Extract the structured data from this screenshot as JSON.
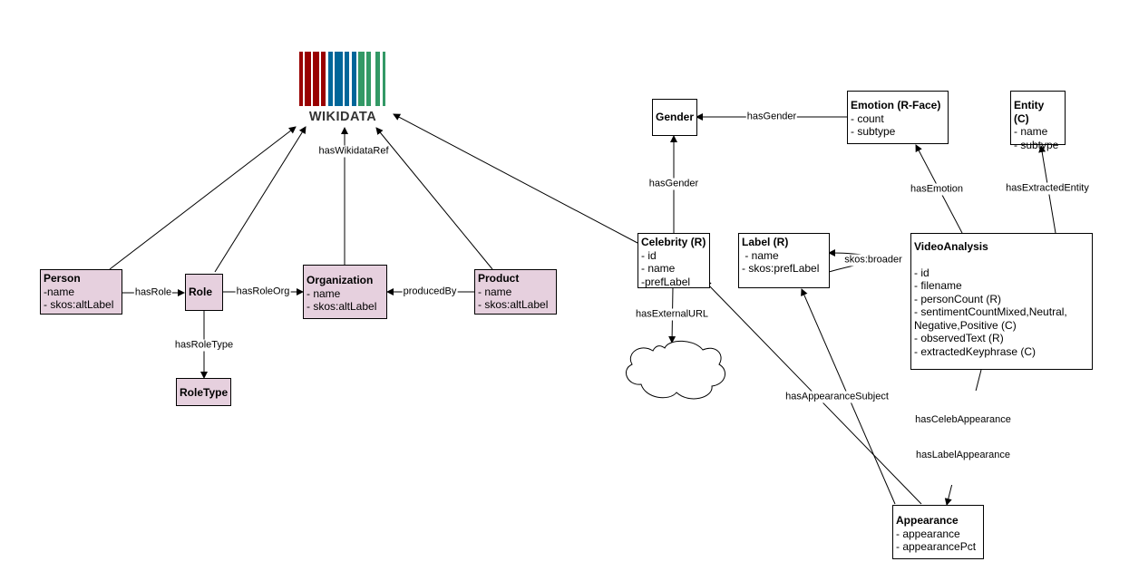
{
  "logo": {
    "text": "WIKIDATA",
    "colors": [
      "#990000",
      "#990000",
      "#990000",
      "#339966",
      "#006699",
      "#339966",
      "#339966",
      "#339966"
    ]
  },
  "nodes": {
    "person": {
      "title": "Person",
      "attrs": [
        "-name",
        "- skos:altLabel"
      ]
    },
    "role": {
      "title": "Role",
      "attrs": []
    },
    "organization": {
      "title": "Organization",
      "attrs": [
        "- name",
        "- skos:altLabel"
      ]
    },
    "product": {
      "title": "Product",
      "attrs": [
        "- name",
        "- skos:altLabel"
      ]
    },
    "roletype": {
      "title": "RoleType",
      "attrs": []
    },
    "gender": {
      "title": "Gender",
      "attrs": []
    },
    "emotion": {
      "title": "Emotion (R-Face)",
      "attrs": [
        "- count",
        "- subtype"
      ]
    },
    "entity": {
      "title": "Entity (C)",
      "attrs": [
        "- name",
        "- subtype"
      ]
    },
    "celebrity": {
      "title": "Celebrity (R)",
      "attrs": [
        "- id",
        "- name",
        "-prefLabel"
      ]
    },
    "label": {
      "title": "Label (R)",
      "attrs": [
        " - name",
        "- skos:prefLabel"
      ]
    },
    "videoanalysis": {
      "title": "VideoAnalysis",
      "attrs": [
        "- id",
        "- filename",
        "- personCount (R)",
        "- sentimentCountMixed,Neutral,",
        "Negative,Positive (C)",
        "- observedText (R)",
        "- extractedKeyphrase (C)"
      ]
    },
    "appearance": {
      "title": "Appearance",
      "attrs": [
        "- appearance",
        "- appearancePct"
      ]
    }
  },
  "edges": {
    "hasRole": "hasRole",
    "hasRoleOrg": "hasRoleOrg",
    "producedBy": "producedBy",
    "hasRoleType": "hasRoleType",
    "hasWikidataRef": "hasWikidataRef",
    "hasGender_emotion": "hasGender",
    "hasGender_celebrity": "hasGender",
    "hasEmotion": "hasEmotion",
    "hasExtractedEntity": "hasExtractedEntity",
    "skosBroader": "skos:broader",
    "hasExternalURL": "hasExternalURL",
    "hasAppearanceSubject": "hasAppearanceSubject",
    "hasCelebAppearance": "hasCelebAppearance",
    "hasLabelAppearance": "hasLabelAppearance"
  }
}
